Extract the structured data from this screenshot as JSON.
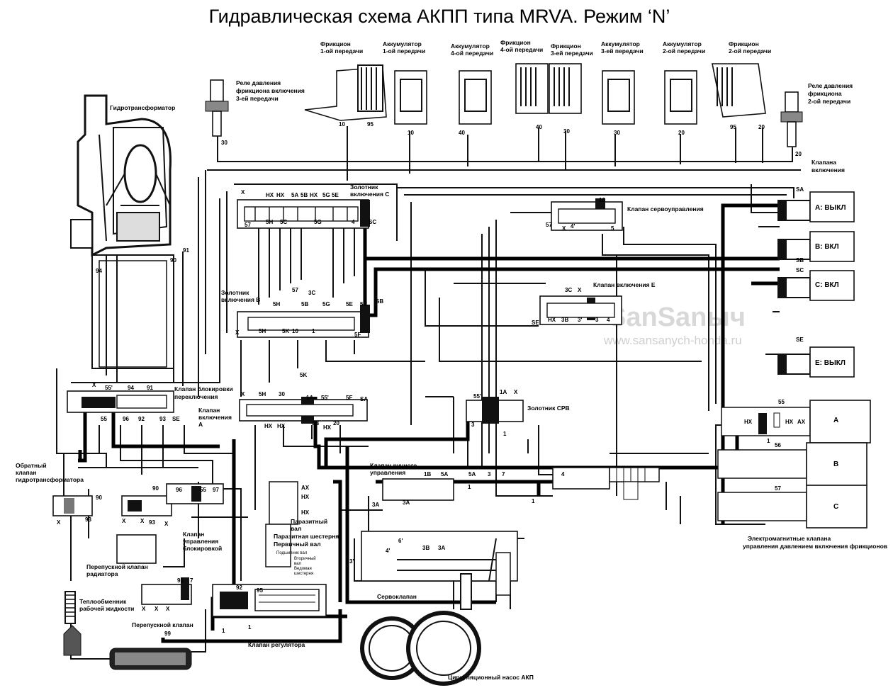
{
  "title": "Гидравлическая схема АКПП типа MRVA. Режим ‘N’",
  "watermark": {
    "logo": "SanSanыч",
    "url": "www.sansanych-honda.ru"
  },
  "labels": {
    "torque_converter": "Гидротрансформатор",
    "relay_3": [
      "Реле давления",
      "фрикциона включения",
      "3-ей передачи"
    ],
    "relay_2": [
      "Реле давления",
      "фрикциона",
      "2-ой передачи"
    ],
    "top": [
      [
        "Фрикцион",
        "1-ой передачи"
      ],
      [
        "Аккумулятор",
        "1-ой передачи"
      ],
      [
        "Аккумулятор",
        "4-ой передачи"
      ],
      [
        "Фрикцион",
        "4-ой передачи"
      ],
      [
        "Фрикцион",
        "3-ей передачи"
      ],
      [
        "Аккумулятор",
        "3-ей передачи"
      ],
      [
        "Аккумулятор",
        "2-ой передачи"
      ],
      [
        "Фрикцион",
        "2-ой передачи"
      ]
    ],
    "shift_valves": [
      "Клапана",
      "включения"
    ],
    "sol_a": "А: ВЫКЛ",
    "sol_b": "В: ВКЛ",
    "sol_c": "С: ВКЛ",
    "sol_e": "Е: ВЫКЛ",
    "spool_c": [
      "Золотник",
      "включения С"
    ],
    "servo_control": "Клапан сервоуправления",
    "spool_b": [
      "Золотник",
      "включения В"
    ],
    "shift_valve_e": "Клапан включения Е",
    "lockup_shift": [
      "Клапан блокировки",
      "переключения"
    ],
    "shift_valve_a": [
      "Клапан",
      "включения",
      "А"
    ],
    "spool_crv": "Золотник СРВ",
    "check_valve_tc": [
      "Обратный",
      "клапан",
      "гидротрансформатора"
    ],
    "lockup_control": [
      "Клапан",
      "управления",
      "блокировкой"
    ],
    "manual_valve": [
      "Клапан ручного",
      "управления"
    ],
    "countershaft": [
      "Паразитный",
      "вал"
    ],
    "idler_gear": "Паразитная шестерня",
    "mainshaft": "Первичный вал",
    "cooler_bypass": [
      "Перепускной клапан",
      "радиатора"
    ],
    "cooler": [
      "Теплообменник",
      "рабочей жидкости"
    ],
    "servo_valve": "Сервоклапан",
    "bypass_valve": "Перепускной клапан",
    "regulator": "Клапан регулятора",
    "pump": "Циркуляционный насос АКП",
    "linear_solenoids": [
      "Электромагнитные клапана",
      "управления давлением включения фрикционов"
    ],
    "lin_a": "A",
    "lin_b": "B",
    "lin_c": "C",
    "small_labels": [
      "Подшипник вал",
      "Вторичный",
      "вал",
      "Ведомая",
      "шестерня"
    ]
  },
  "codes": {
    "top_ports": [
      "10",
      "95",
      "10",
      "40",
      "40",
      "30",
      "30",
      "20",
      "95",
      "20"
    ],
    "relay_ports": [
      "30",
      "20"
    ],
    "spool_c_top": [
      "X",
      "HX",
      "HX",
      "5A",
      "5B",
      "HX",
      "5G",
      "5E"
    ],
    "spool_c_side": [
      "57",
      "5H",
      "5C",
      "5G",
      "4",
      "SC"
    ],
    "servo_codes": [
      "10",
      "57",
      "X",
      "4'",
      "5"
    ],
    "spool_b_mid": [
      "5H",
      "5B",
      "5G",
      "5E",
      "5C",
      "SB",
      "57",
      "3C"
    ],
    "spool_b_bottom": [
      "X",
      "5H",
      "5K",
      "10",
      "1",
      "5F",
      "5K"
    ],
    "valve_e": [
      "3C",
      "X",
      "SE",
      "HX",
      "3B",
      "3'",
      "3",
      "4"
    ],
    "sol_ports": [
      "SA",
      "SB",
      "SC",
      "SE"
    ],
    "lockup": [
      "X",
      "55'",
      "94",
      "91",
      "7",
      "55",
      "96",
      "92",
      "93",
      "SE"
    ],
    "valve_a": [
      "X",
      "5H",
      "30",
      "1A",
      "55'",
      "5F",
      "SA",
      "3B",
      "HX",
      "20",
      "HX",
      "HX"
    ],
    "crv": [
      "55'",
      "1A",
      "X",
      "3",
      "1"
    ],
    "tc_ports": [
      "91",
      "94",
      "90"
    ],
    "cooler_codes": [
      "90",
      "93",
      "X",
      "X",
      "90",
      "96",
      "55",
      "97",
      "93",
      "X",
      "X"
    ],
    "lock_ctrl": [
      "95",
      "7",
      "X",
      "X",
      "X"
    ],
    "manual": [
      "1B",
      "5A",
      "5A",
      "3",
      "7",
      "4",
      "3A",
      "3A",
      "1",
      "1"
    ],
    "regulator": [
      "AX",
      "HX",
      "HX",
      "92",
      "95",
      "1",
      "1",
      "99"
    ],
    "servo": [
      "3'",
      "4'",
      "3B",
      "3A",
      "6'"
    ],
    "linear_ports": [
      "55",
      "1",
      "56",
      "57",
      "HX",
      "HX",
      "AX"
    ]
  }
}
